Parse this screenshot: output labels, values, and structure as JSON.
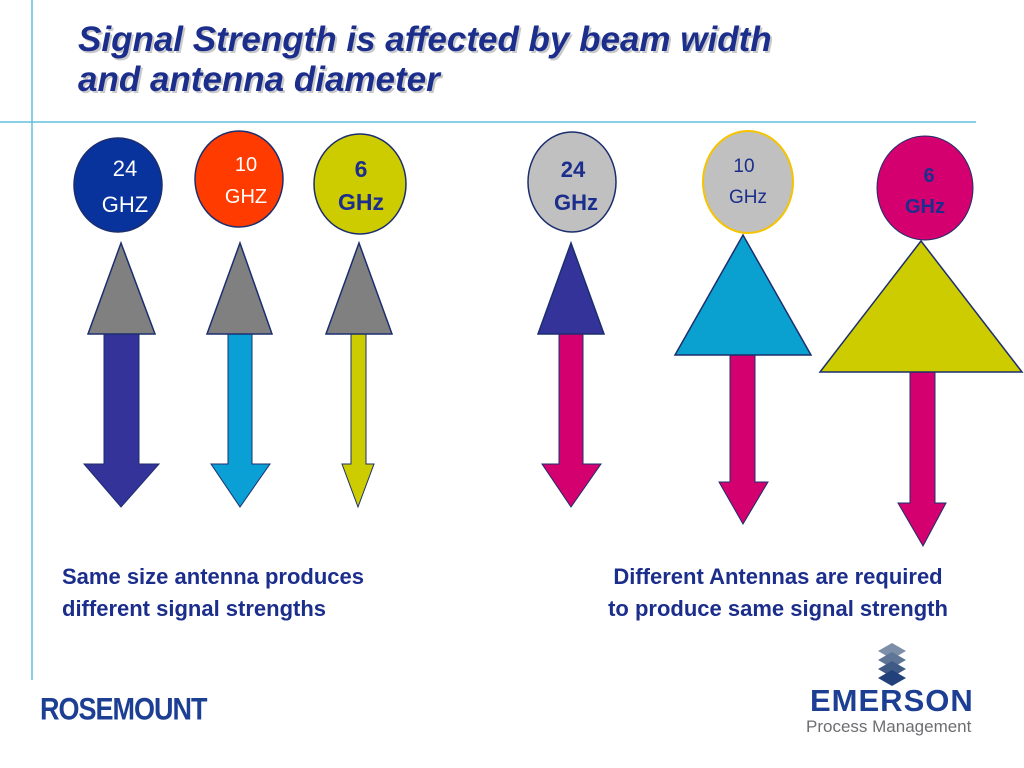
{
  "title": {
    "line1": "Signal Strength is affected by beam width",
    "line2": "and antenna diameter"
  },
  "colors": {
    "title_text": "#1c2e8c",
    "accent_lines": "#62c1de",
    "gray_antenna": "#808080",
    "circle_outline": "#1c2e6e"
  },
  "left_group": {
    "caption": {
      "line1": "Same size antenna produces",
      "line2": "different signal strengths"
    },
    "items": [
      {
        "label_line1": "24",
        "label_line2": "GHZ",
        "circle_color": "#08329c",
        "text_color": "#ffffff",
        "antenna_color": "#808080",
        "beam_color": "#333399"
      },
      {
        "label_line1": "10",
        "label_line2": "GHZ",
        "circle_color": "#ff3b00",
        "text_color": "#ffffff",
        "antenna_color": "#808080",
        "beam_color": "#0aa0d6"
      },
      {
        "label_line1": "6",
        "label_line2": "GHz",
        "circle_color": "#cccc00",
        "text_color": "#1c2e8c",
        "antenna_color": "#808080",
        "beam_color": "#cccc00"
      }
    ]
  },
  "right_group": {
    "caption": {
      "line1": "Different Antennas are required",
      "line2": "to produce same signal strength"
    },
    "items": [
      {
        "label_line1": "24",
        "label_line2": "GHz",
        "circle_color": "#c0c0c0",
        "text_color": "#1c2e8c",
        "antenna_color": "#333399",
        "beam_color": "#d4006f"
      },
      {
        "label_line1": "10",
        "label_line2": "GHz",
        "circle_color": "#c0c0c0",
        "text_color": "#1c2e8c",
        "antenna_color": "#0aa0cf",
        "beam_color": "#d4006f"
      },
      {
        "label_line1": "6",
        "label_line2": "GHz",
        "circle_color": "#d4006f",
        "text_color": "#1c2e8c",
        "antenna_color": "#cccc00",
        "beam_color": "#d4006f"
      }
    ]
  },
  "logos": {
    "left_brand": "ROSEMOUNT",
    "right_brand": "EMERSON",
    "right_brand_sub": "Process Management"
  }
}
